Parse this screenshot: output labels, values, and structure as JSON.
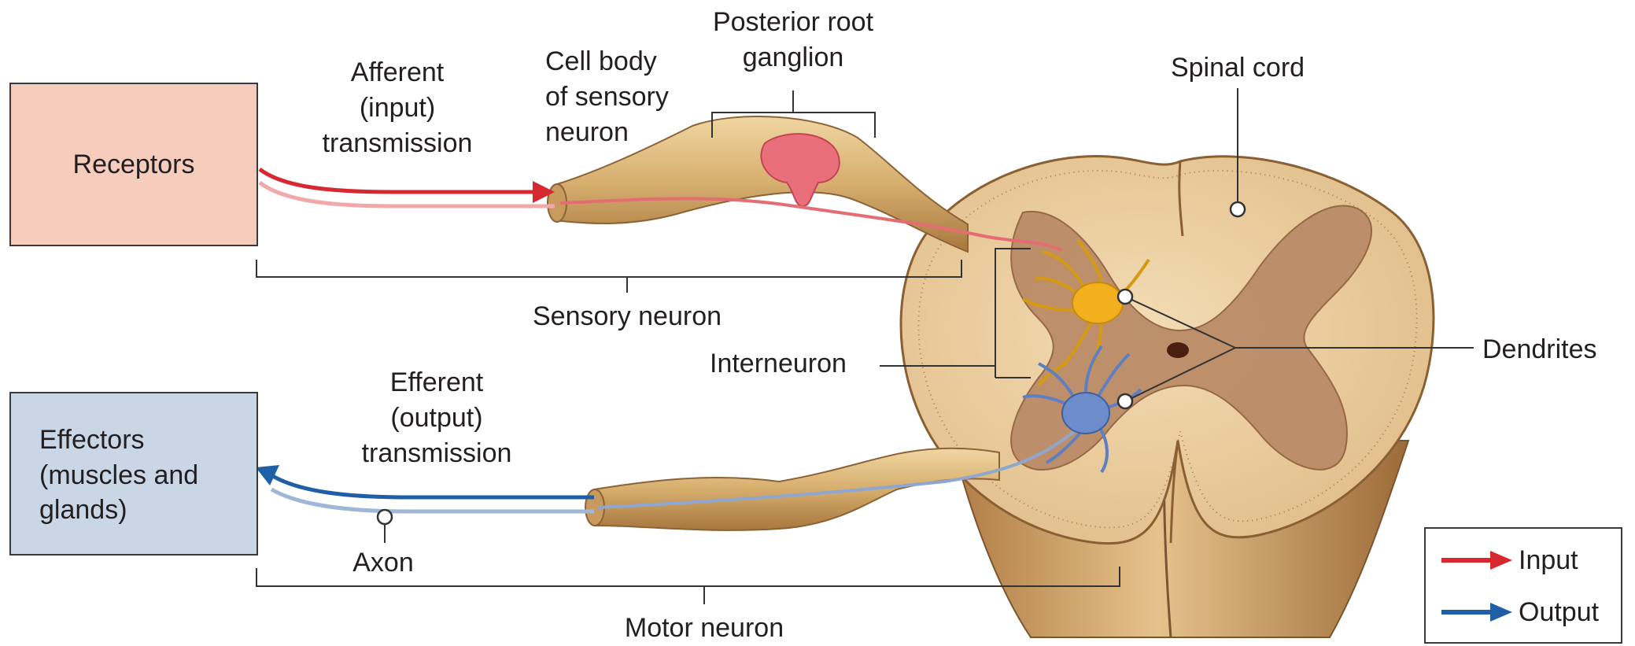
{
  "boxes": {
    "receptors": "Receptors",
    "effectors": "Effectors\n(muscles and\nglands)"
  },
  "labels": {
    "afferent": "Afferent\n(input)\ntransmission",
    "cell_body": "Cell body\nof sensory\nneuron",
    "posterior_root_ganglion": "Posterior root\nganglion",
    "spinal_cord": "Spinal cord",
    "sensory_neuron": "Sensory neuron",
    "interneuron": "Interneuron",
    "dendrites": "Dendrites",
    "efferent": "Efferent\n(output)\ntransmission",
    "axon": "Axon",
    "motor_neuron": "Motor neuron"
  },
  "legend": {
    "input": "Input",
    "output": "Output"
  },
  "colors": {
    "input_arrow": "#d7282f",
    "output_arrow": "#1f5fa8",
    "receptors_fill": "#f6cdbd",
    "effectors_fill": "#c9d6e6",
    "nerve_tan": "#d9b57a",
    "white_matter": "#efd5ab",
    "gray_matter": "#b98a66",
    "interneuron": "#f2b01e",
    "motor_neuron": "#5e7fc1"
  }
}
